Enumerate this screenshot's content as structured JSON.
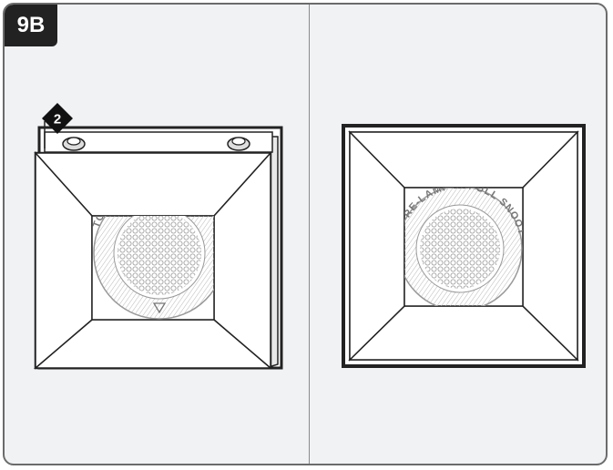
{
  "figure": {
    "step_label": "9B",
    "callout_number": "2"
  },
  "left_panel": {
    "ring_text": "TO RE-LAMP — PULL SNOOT"
  },
  "right_panel": {
    "ring_text": "TO RE-LAMP — PULL SNOOT"
  }
}
